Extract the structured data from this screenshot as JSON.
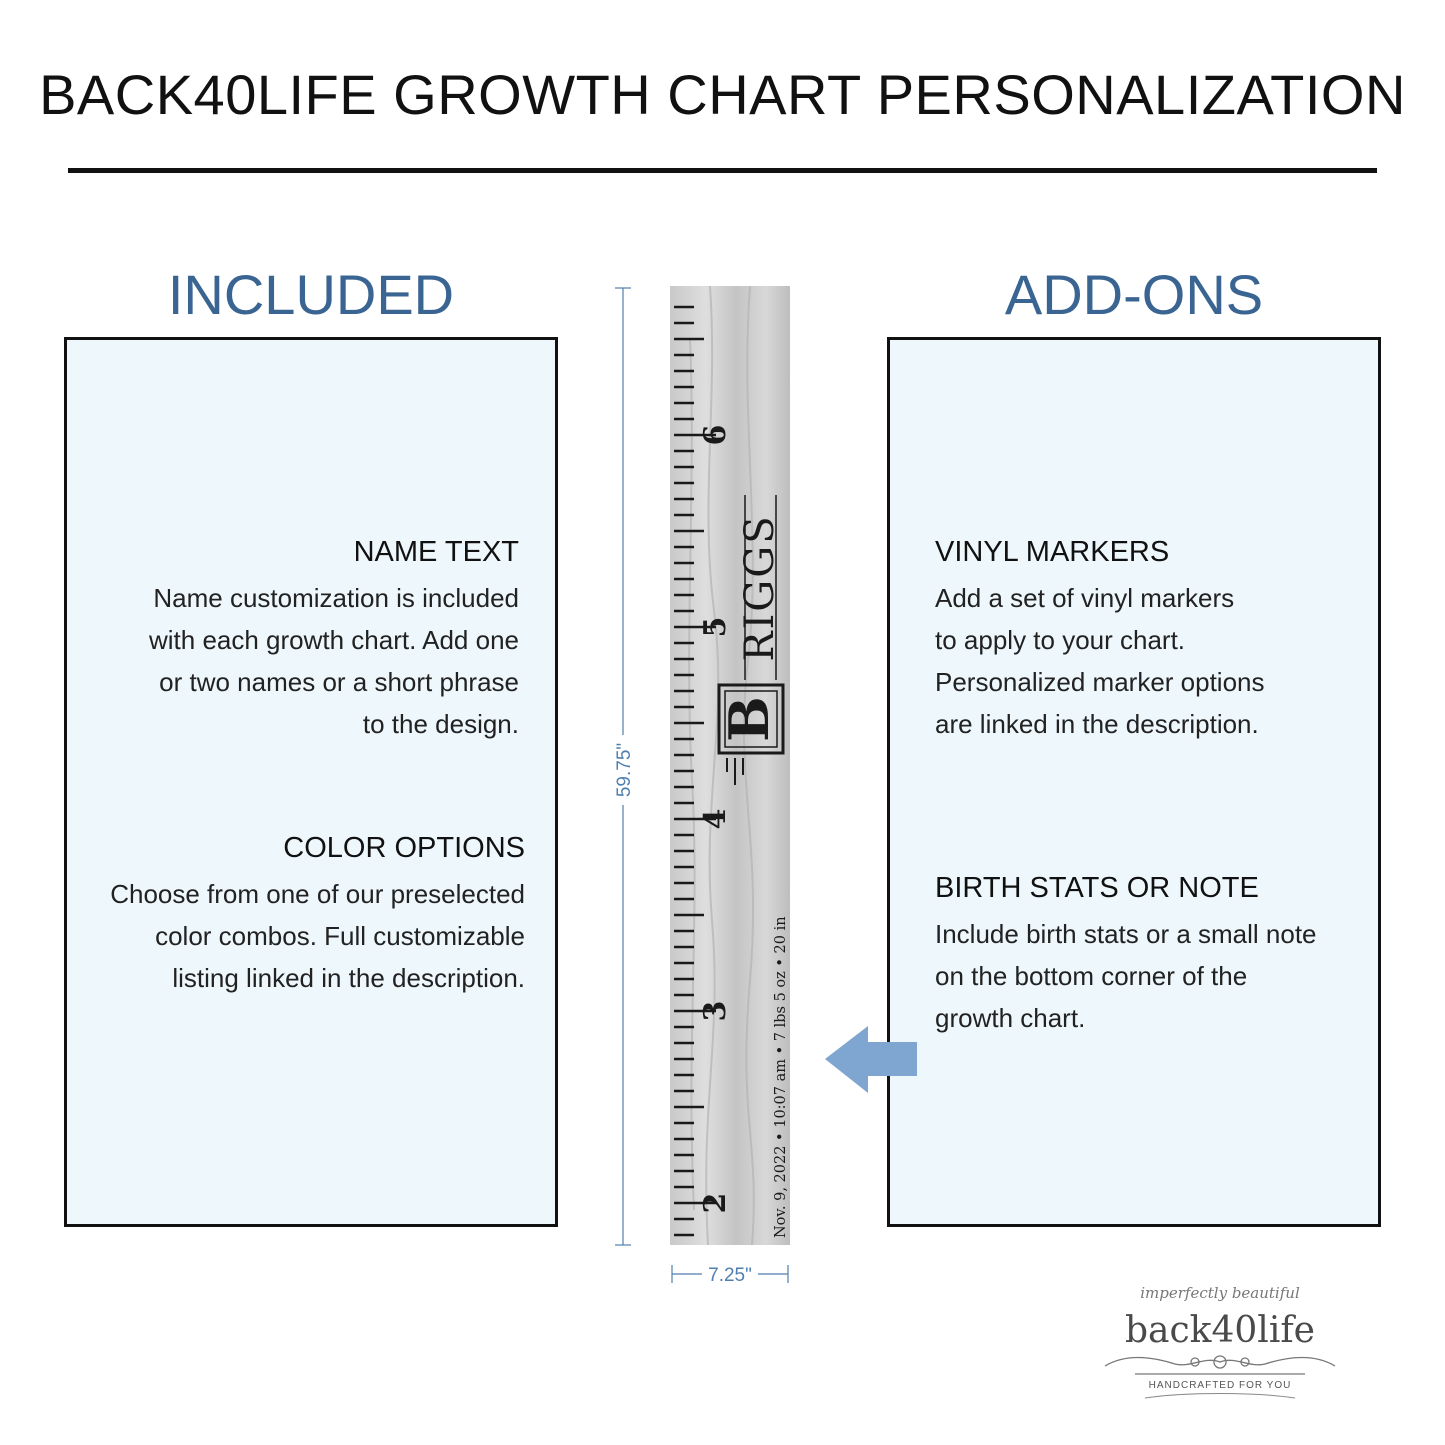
{
  "header": {
    "title": "BACK40LIFE GROWTH CHART PERSONALIZATION"
  },
  "included": {
    "heading": "INCLUDED",
    "sections": [
      {
        "title": "NAME TEXT",
        "lines": [
          "Name customization is included",
          "with each growth chart. Add one",
          "or two names or a short phrase",
          "to the design."
        ]
      },
      {
        "title": "COLOR OPTIONS",
        "lines": [
          "Choose from one of our preselected",
          "color combos. Full customizable",
          "listing linked in the description."
        ]
      }
    ]
  },
  "addons": {
    "heading": "ADD-ONS",
    "sections": [
      {
        "title": "VINYL MARKERS",
        "lines": [
          "Add a set of vinyl markers",
          "to apply to your chart.",
          "Personalized marker options",
          "are linked in the description."
        ]
      },
      {
        "title": "BIRTH STATS OR NOTE",
        "lines": [
          "Include birth stats or a small note",
          "on the bottom corner of the",
          "growth chart."
        ]
      }
    ]
  },
  "ruler": {
    "height_label": "59.75\"",
    "width_label": "7.25\"",
    "name_initial": "B",
    "name_rest": "RIGGS",
    "birth_stats": "Nov. 9, 2022 • 10:07 am • 7 lbs 5 oz • 20 in",
    "feet_numbers": [
      "2",
      "3",
      "4",
      "5",
      "6"
    ],
    "wood_color": "#cfcfcf",
    "dimension_color": "#4f7fae"
  },
  "arrow": {
    "color": "#7ea6d0"
  },
  "logo": {
    "tagline": "imperfectly beautiful",
    "brand": "back40life",
    "subline": "HANDCRAFTED FOR YOU"
  },
  "colors": {
    "heading_blue": "#3a6592",
    "panel_bg": "#eef8fc"
  }
}
